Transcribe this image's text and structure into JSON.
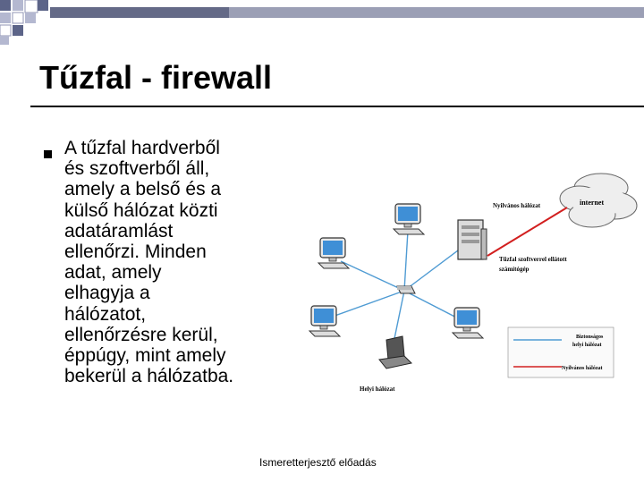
{
  "slide": {
    "title": "Tűzfal - firewall",
    "body_lines": [
      "A tűzfal hardverből",
      "és szoftverből áll,",
      "amely a belső és a",
      "külső hálózat közti",
      "adatáramlást",
      "ellenőrzi. Minden",
      "adat, amely",
      "elhagyja a",
      "hálózatot,",
      "ellenőrzésre kerül,",
      "éppúgy, mint amely",
      "bekerül a hálózatba."
    ],
    "footer": "Ismeretterjesztő előadás"
  },
  "diagram": {
    "public_network_label": "Nyilvános hálózat",
    "internet_label": "internet",
    "firewall_label_line1": "Tűzfal szoftverrel ellátott",
    "firewall_label_line2": "számítógép",
    "local_network_label": "Helyi hálózat",
    "legend": {
      "secure_line1": "Biztonságos",
      "secure_line2": "helyi hálózat",
      "public": "Nyilvános hálózat"
    },
    "colors": {
      "secure_line": "#4f9bd3",
      "public_line": "#d21f1f",
      "monitor_screen": "#3f8fd6"
    }
  }
}
